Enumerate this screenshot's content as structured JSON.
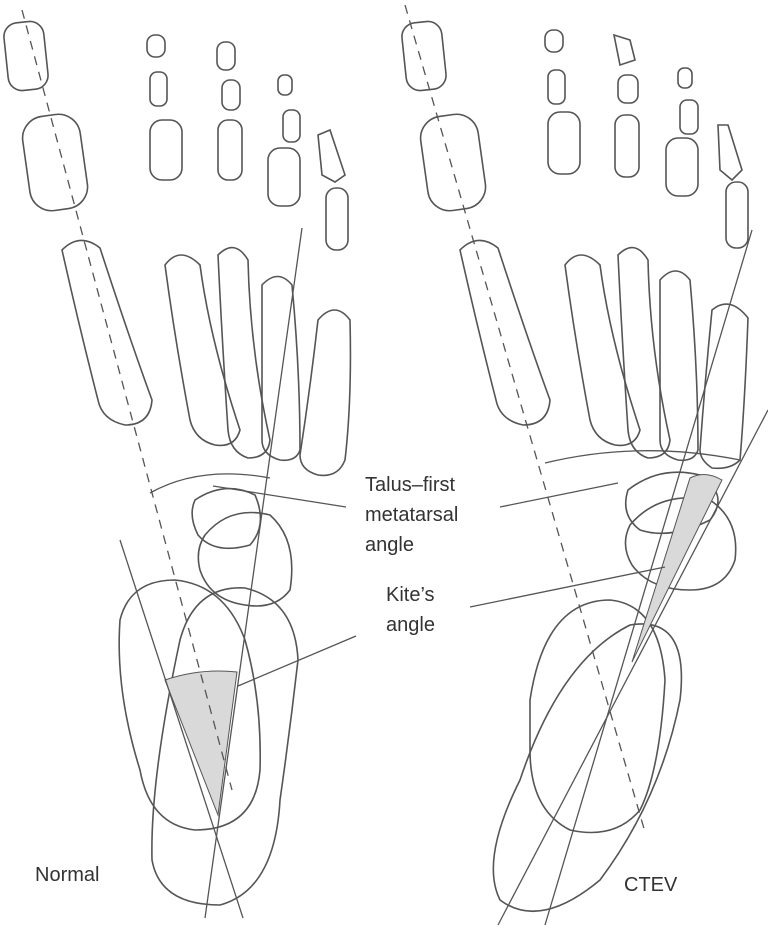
{
  "labels": {
    "talus_first_metatarsal": [
      "Talus–first",
      "metatarsal",
      "angle"
    ],
    "kite": [
      "Kite’s",
      "angle"
    ],
    "normal": "Normal",
    "ctev": "CTEV"
  },
  "colors": {
    "line": "#555555",
    "shade": "#d9d9d9"
  }
}
